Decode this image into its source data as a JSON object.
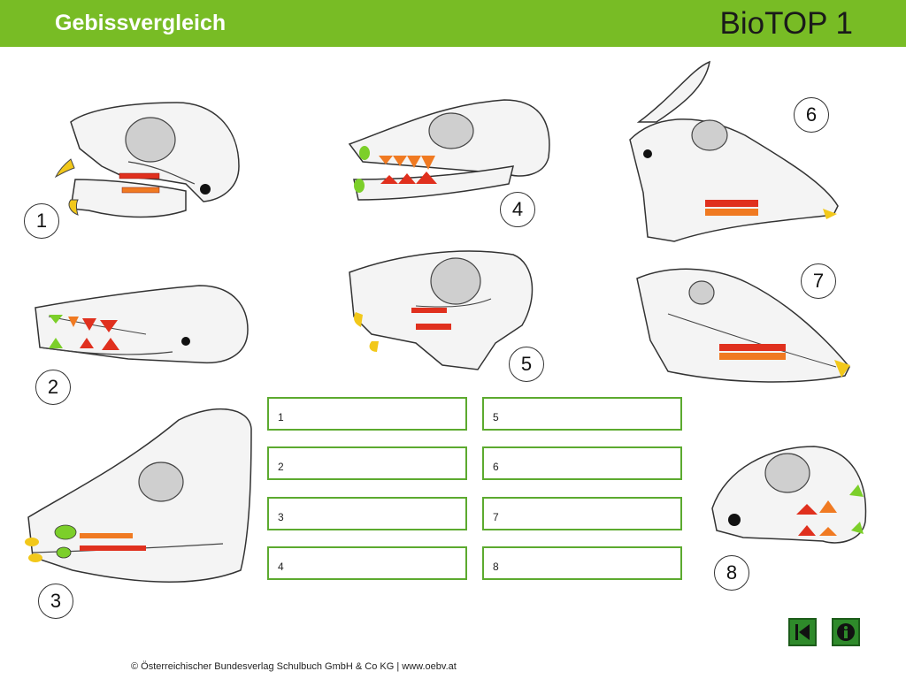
{
  "header": {
    "title": "Gebissvergleich",
    "brand": "BioTOP 1"
  },
  "skull_labels": [
    "1",
    "2",
    "3",
    "4",
    "5",
    "6",
    "7",
    "8"
  ],
  "answer_boxes": {
    "left": [
      "1",
      "2",
      "3",
      "4"
    ],
    "right": [
      "5",
      "6",
      "7",
      "8"
    ]
  },
  "navigation": {
    "back_icon": "skip-back-icon",
    "info_icon": "info-icon"
  },
  "footer": {
    "copyright": "© Österreichischer Bundesverlag Schulbuch GmbH & Co KG | www.oebv.at"
  },
  "colors": {
    "header_green": "#78bc25",
    "box_border": "#5caa2f",
    "tooth_red": "#e0301e",
    "tooth_orange": "#f07a22",
    "tooth_yellow": "#f2c81a",
    "tooth_green": "#7ccf2a",
    "button_green": "#2e8a2a"
  }
}
